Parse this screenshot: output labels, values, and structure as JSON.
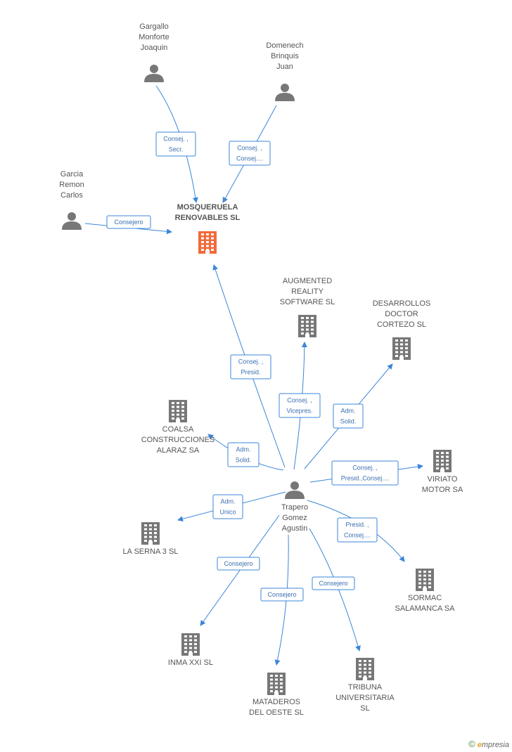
{
  "center": {
    "id": "mosqueruela",
    "label": [
      "MOSQUERUELA",
      "RENOVABLES SL"
    ],
    "color": "#f26a3a"
  },
  "colors": {
    "edge": "#3b86d8",
    "node": "#777777",
    "label": "#555555"
  },
  "nodes": [
    {
      "id": "gargallo",
      "type": "person",
      "label": [
        "Gargallo",
        "Monforte",
        "Joaquin"
      ]
    },
    {
      "id": "domenech",
      "type": "person",
      "label": [
        "Domenech",
        "Brinquis",
        "Juan"
      ]
    },
    {
      "id": "garcia",
      "type": "person",
      "label": [
        "Garcia",
        "Remon",
        "Carlos"
      ]
    },
    {
      "id": "trapero",
      "type": "person",
      "label": [
        "Trapero",
        "Gomez",
        "Agustin"
      ]
    },
    {
      "id": "augmented",
      "type": "company",
      "label": [
        "AUGMENTED",
        "REALITY",
        "SOFTWARE SL"
      ]
    },
    {
      "id": "desarrollos",
      "type": "company",
      "label": [
        "DESARROLLOS",
        "DOCTOR",
        "CORTEZO SL"
      ]
    },
    {
      "id": "coalsa",
      "type": "company",
      "label": [
        "COALSA",
        "CONSTRUCCIONES",
        "ALARAZ SA"
      ]
    },
    {
      "id": "viriato",
      "type": "company",
      "label": [
        "VIRIATO",
        "MOTOR SA"
      ]
    },
    {
      "id": "laserna",
      "type": "company",
      "label": [
        "LA SERNA 3 SL"
      ]
    },
    {
      "id": "sormac",
      "type": "company",
      "label": [
        "SORMAC",
        "SALAMANCA SA"
      ]
    },
    {
      "id": "inma",
      "type": "company",
      "label": [
        "INMA XXI SL"
      ]
    },
    {
      "id": "mataderos",
      "type": "company",
      "label": [
        "MATADEROS",
        "DEL OESTE SL"
      ]
    },
    {
      "id": "tribuna",
      "type": "company",
      "label": [
        "TRIBUNA",
        "UNIVERSITARIA",
        "SL"
      ]
    }
  ],
  "edges": [
    {
      "from": "gargallo",
      "to": "mosqueruela",
      "label": [
        "Consej. ,",
        "Secr."
      ]
    },
    {
      "from": "domenech",
      "to": "mosqueruela",
      "label": [
        "Consej. ,",
        "Consej...."
      ]
    },
    {
      "from": "garcia",
      "to": "mosqueruela",
      "label": [
        "Consejero"
      ]
    },
    {
      "from": "trapero",
      "to": "mosqueruela",
      "label": [
        "Consej. ,",
        "Presid."
      ]
    },
    {
      "from": "trapero",
      "to": "augmented",
      "label": [
        "Consej. ,",
        "Vicepres."
      ]
    },
    {
      "from": "trapero",
      "to": "desarrollos",
      "label": [
        "Adm.",
        "Solid."
      ]
    },
    {
      "from": "trapero",
      "to": "coalsa",
      "label": [
        "Adm.",
        "Solid."
      ]
    },
    {
      "from": "trapero",
      "to": "viriato",
      "label": [
        "Consej. ,",
        "Presid.,Consej...."
      ]
    },
    {
      "from": "trapero",
      "to": "laserna",
      "label": [
        "Adm.",
        "Unico"
      ]
    },
    {
      "from": "trapero",
      "to": "sormac",
      "label": [
        "Presid. ,",
        "Consej...."
      ]
    },
    {
      "from": "trapero",
      "to": "inma",
      "label": [
        "Consejero"
      ]
    },
    {
      "from": "trapero",
      "to": "mataderos",
      "label": [
        "Consejero"
      ]
    },
    {
      "from": "trapero",
      "to": "tribuna",
      "label": [
        "Consejero"
      ]
    }
  ],
  "footer": {
    "copyright": "©",
    "brand_initial": "e",
    "brand_rest": "mpresia"
  }
}
